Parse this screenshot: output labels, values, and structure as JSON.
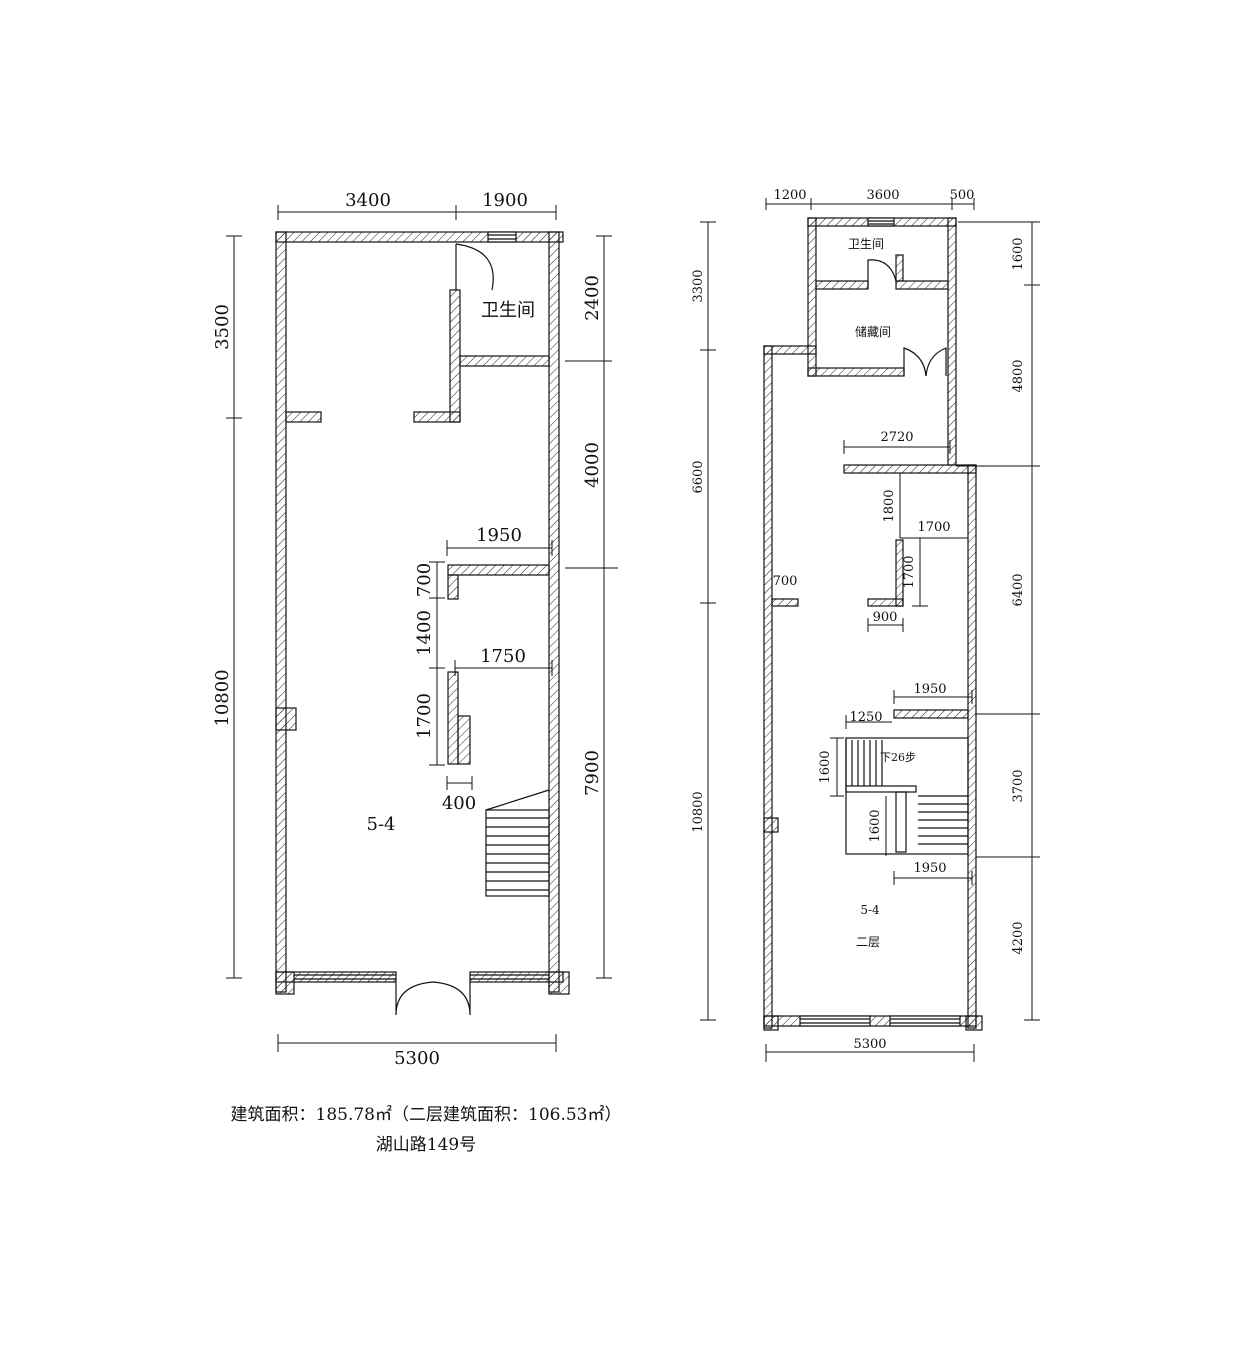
{
  "plan1": {
    "room_label": "5-4",
    "wc_label": "卫生间",
    "dim_top_left": "3400",
    "dim_top_right": "1900",
    "dim_bottom": "5300",
    "dim_left_upper": "3500",
    "dim_left_lower": "10800",
    "dim_right_1": "2400",
    "dim_right_2": "4000",
    "dim_right_3": "7900",
    "dim_inner_1950": "1950",
    "dim_inner_1750": "1750",
    "dim_inner_700": "700",
    "dim_inner_1400": "1400",
    "dim_inner_1700": "1700",
    "dim_inner_400": "400"
  },
  "plan2": {
    "room_label": "5-4",
    "floor_label": "二层",
    "wc_label": "卫生间",
    "storage_label": "储藏间",
    "stair_label": "下26步",
    "dim_top_1": "1200",
    "dim_top_2": "3600",
    "dim_top_3": "500",
    "dim_bottom": "5300",
    "dim_left_1": "3300",
    "dim_left_2": "6600",
    "dim_left_3": "10800",
    "dim_right_1": "1600",
    "dim_right_2": "4800",
    "dim_right_3": "6400",
    "dim_right_4": "3700",
    "dim_right_5": "4200",
    "dim_2720": "2720",
    "dim_1800": "1800",
    "dim_1700a": "1700",
    "dim_1700b": "1700",
    "dim_900": "900",
    "dim_700": "700",
    "dim_1950a": "1950",
    "dim_1250": "1250",
    "dim_1600a": "1600",
    "dim_1600b": "1600",
    "dim_1950b": "1950"
  },
  "caption": {
    "line1": "建筑面积：185.78㎡（二层建筑面积：106.53㎡）",
    "line2": "湖山路149号"
  }
}
